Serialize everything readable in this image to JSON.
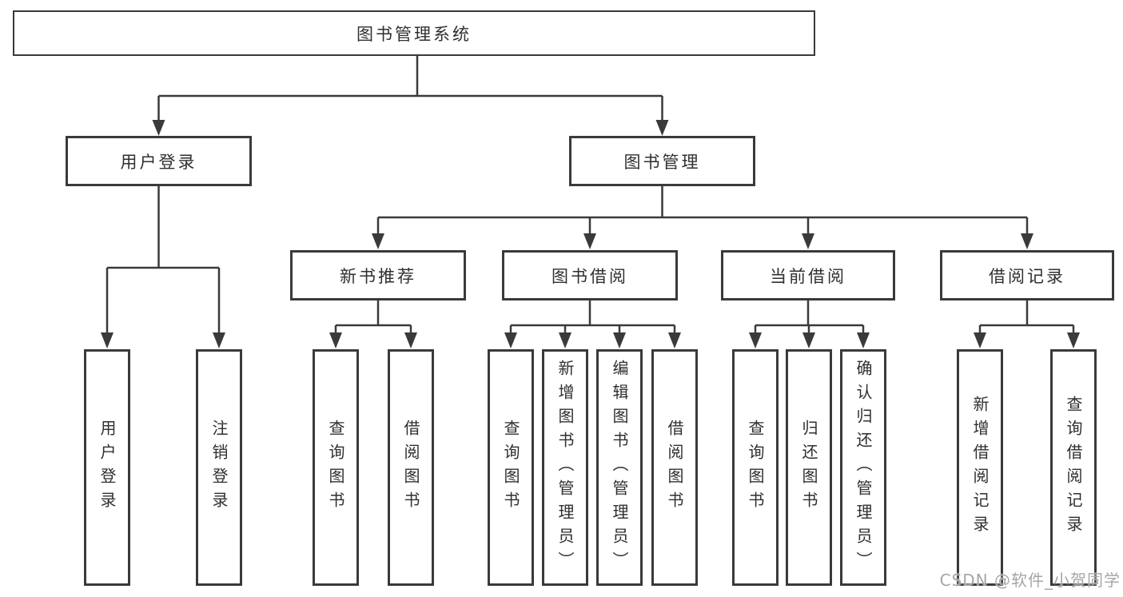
{
  "diagram": {
    "root": {
      "label": "图书管理系统"
    },
    "level2": [
      {
        "label": "用户登录"
      },
      {
        "label": "图书管理"
      }
    ],
    "level3": [
      {
        "label": "新书推荐"
      },
      {
        "label": "图书借阅"
      },
      {
        "label": "当前借阅"
      },
      {
        "label": "借阅记录"
      }
    ],
    "leaves": [
      {
        "label": "用户登录"
      },
      {
        "label": "注销登录"
      },
      {
        "label": "查询图书"
      },
      {
        "label": "借阅图书"
      },
      {
        "label": "查询图书"
      },
      {
        "label": "新增图书（管理员）"
      },
      {
        "label": "编辑图书（管理员）"
      },
      {
        "label": "借阅图书"
      },
      {
        "label": "查询图书"
      },
      {
        "label": "归还图书"
      },
      {
        "label": "确认归还（管理员）"
      },
      {
        "label": "新增借阅记录"
      },
      {
        "label": "查询借阅记录"
      }
    ],
    "watermark": "CSDN @软件_小贺同学",
    "colors": {
      "line": "#3a3a3a",
      "text": "#2f2f2f",
      "background": "#ffffff",
      "watermark": "#a6a6a6"
    }
  }
}
